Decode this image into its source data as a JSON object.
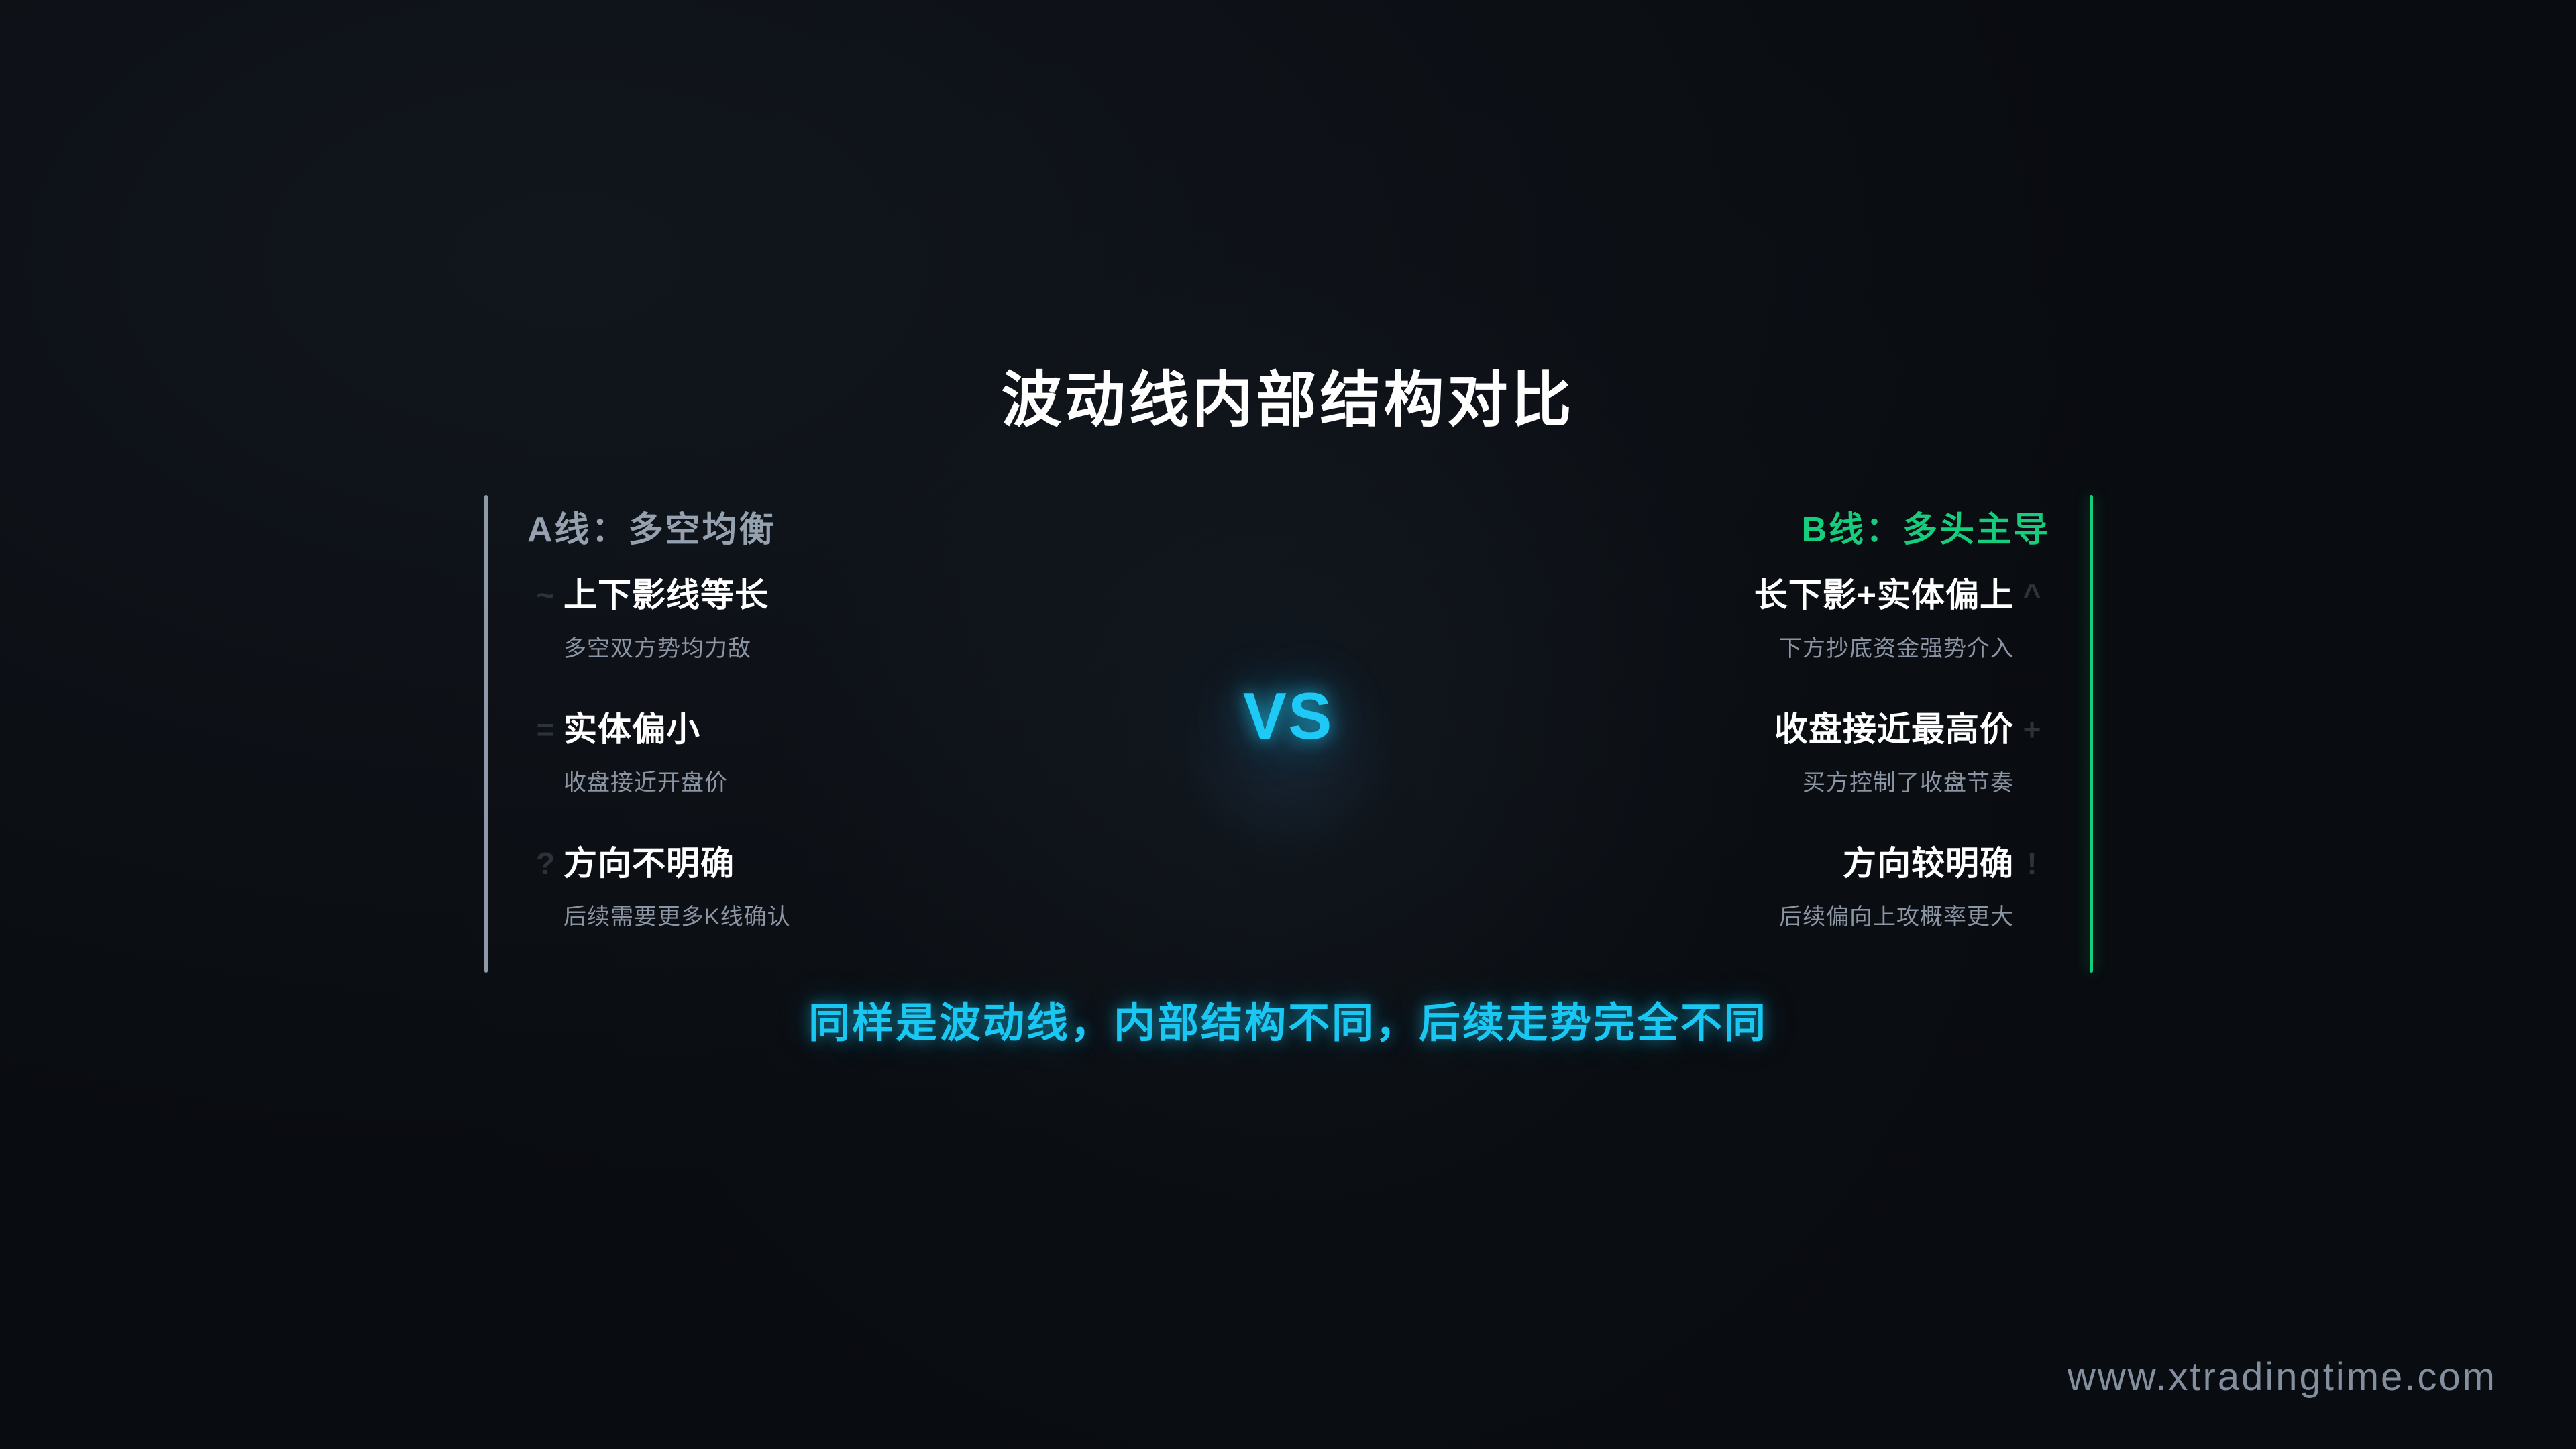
{
  "slide": {
    "title": "波动线内部结构对比",
    "conclusion": "同样是波动线，内部结构不同，后续走势完全不同",
    "watermark": "www.xtradingtime.com",
    "vs_label": "VS"
  },
  "colors": {
    "background": "#090c10",
    "title": "#ffffff",
    "column_a_accent": "#96a1b0",
    "column_b_accent": "#16cc7d",
    "vs_accent": "#1fc9f5",
    "conclusion": "#19c7f2",
    "row_title": "#ffffff",
    "row_sub": "#8b95a3",
    "marker": "#2d333b",
    "watermark": "#838e9e"
  },
  "columns": {
    "a": {
      "header": "A线：多空均衡",
      "rows": [
        {
          "marker": "~",
          "marker_name": "tilde-marker-icon",
          "title": "上下影线等长",
          "sub": "多空双方势均力敌"
        },
        {
          "marker": "=",
          "marker_name": "equals-marker-icon",
          "title": "实体偏小",
          "sub": "收盘接近开盘价"
        },
        {
          "marker": "?",
          "marker_name": "question-marker-icon",
          "title": "方向不明确",
          "sub": "后续需要更多K线确认"
        }
      ]
    },
    "b": {
      "header": "B线：多头主导",
      "rows": [
        {
          "marker": "^",
          "marker_name": "caret-marker-icon",
          "title": "长下影+实体偏上",
          "sub": "下方抄底资金强势介入"
        },
        {
          "marker": "+",
          "marker_name": "plus-marker-icon",
          "title": "收盘接近最高价",
          "sub": "买方控制了收盘节奏"
        },
        {
          "marker": "!",
          "marker_name": "exclamation-marker-icon",
          "title": "方向较明确",
          "sub": "后续偏向上攻概率更大"
        }
      ]
    }
  }
}
